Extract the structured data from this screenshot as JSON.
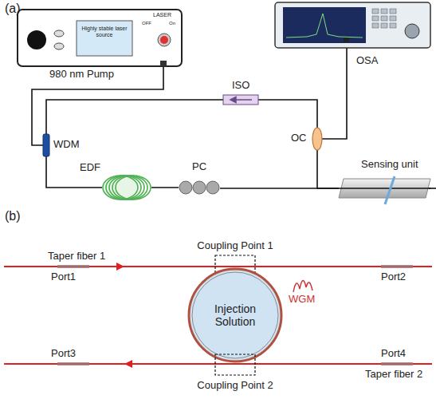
{
  "diagram": {
    "nodes": [
      {
        "text": [
          "Highly stable laser source",
          "LASER",
          "OFF",
          "On",
          "980 nm Pump"
        ]
      },
      {
        "text": [
          "OSA"
        ]
      },
      {
        "text": [
          "ISO"
        ]
      },
      {
        "text": [
          "WDM"
        ]
      },
      {
        "text": [
          "OC"
        ]
      },
      {
        "text": [
          "EDF"
        ]
      },
      {
        "text": [
          "PC"
        ]
      },
      {
        "text": [
          "Sensing unit"
        ]
      },
      {
        "text": [
          "Coupling Point 1"
        ]
      },
      {
        "text": [
          "Injection Solution"
        ]
      },
      {
        "text": [
          "Coupling Point 2"
        ]
      }
    ],
    "edges": [
      {
        "from": 0,
        "to": 3,
        "arrow": "none"
      },
      {
        "from": 3,
        "to": 2,
        "arrow": "none"
      },
      {
        "from": 2,
        "to": 4,
        "arrow": "none"
      },
      {
        "from": 4,
        "to": 1,
        "arrow": "none"
      },
      {
        "from": 3,
        "to": 5,
        "arrow": "none"
      },
      {
        "from": 5,
        "to": 6,
        "arrow": "none"
      },
      {
        "from": 6,
        "to": 7,
        "arrow": "none"
      },
      {
        "from": 4,
        "to": 7,
        "arrow": "none"
      }
    ],
    "labels": [
      "(a)",
      "(b)",
      "Taper fiber 1",
      "Taper fiber 2",
      "Port1",
      "Port2",
      "Port3",
      "Port4",
      "WGM"
    ]
  }
}
